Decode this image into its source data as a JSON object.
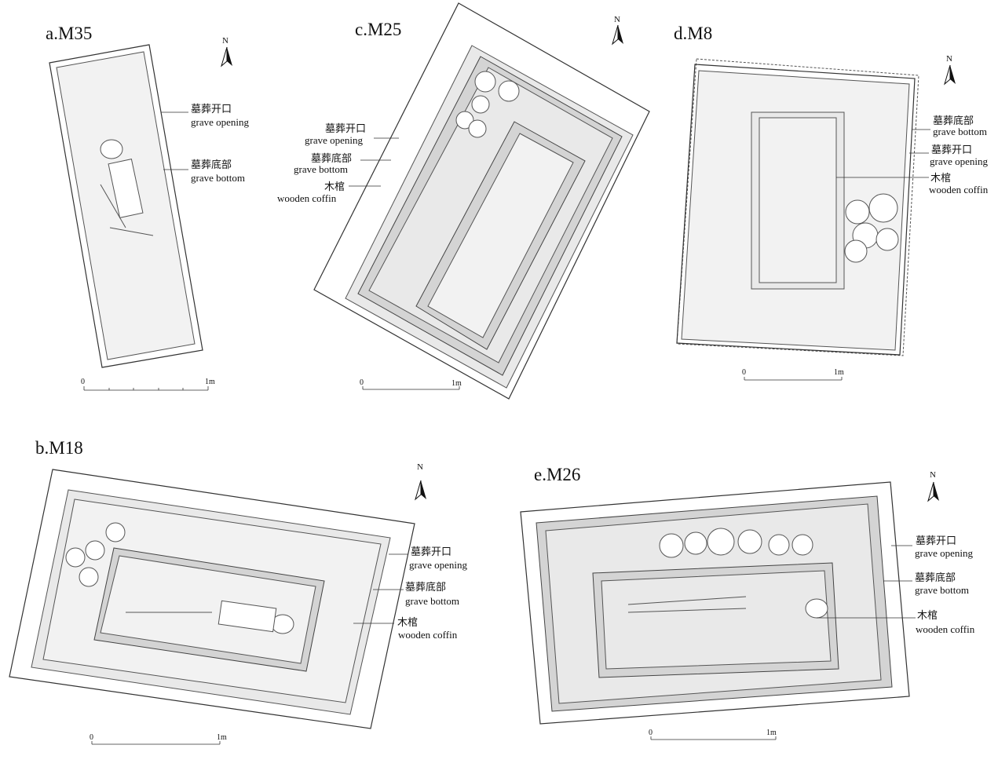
{
  "north_label": "N",
  "panels": {
    "a": {
      "title": "a.M35",
      "labels": [
        {
          "cn": "墓葬开口",
          "en": "grave opening"
        },
        {
          "cn": "墓葬底部",
          "en": "grave bottom"
        }
      ],
      "scale": [
        "0",
        "1m"
      ]
    },
    "c": {
      "title": "c.M25",
      "labels": [
        {
          "cn": "墓葬开口",
          "en": "grave opening"
        },
        {
          "cn": "墓葬底部",
          "en": "grave bottom"
        },
        {
          "cn": "木棺",
          "en": "wooden coffin"
        }
      ],
      "scale": [
        "0",
        "1m"
      ]
    },
    "d": {
      "title": "d.M8",
      "labels": [
        {
          "cn": "墓葬底部",
          "en": "grave bottom"
        },
        {
          "cn": "墓葬开口",
          "en": "grave opening"
        },
        {
          "cn": "木棺",
          "en": "wooden coffin"
        }
      ],
      "scale": [
        "0",
        "1m"
      ]
    },
    "b": {
      "title": "b.M18",
      "labels": [
        {
          "cn": "墓葬开口",
          "en": "grave opening"
        },
        {
          "cn": "墓葬底部",
          "en": "grave bottom"
        },
        {
          "cn": "木棺",
          "en": "wooden coffin"
        }
      ],
      "scale": [
        "0",
        "1m"
      ]
    },
    "e": {
      "title": "e.M26",
      "labels": [
        {
          "cn": "墓葬开口",
          "en": "grave opening"
        },
        {
          "cn": "墓葬底部",
          "en": "grave bottom"
        },
        {
          "cn": "木棺",
          "en": "wooden coffin"
        }
      ],
      "scale": [
        "0",
        "1m"
      ]
    }
  }
}
